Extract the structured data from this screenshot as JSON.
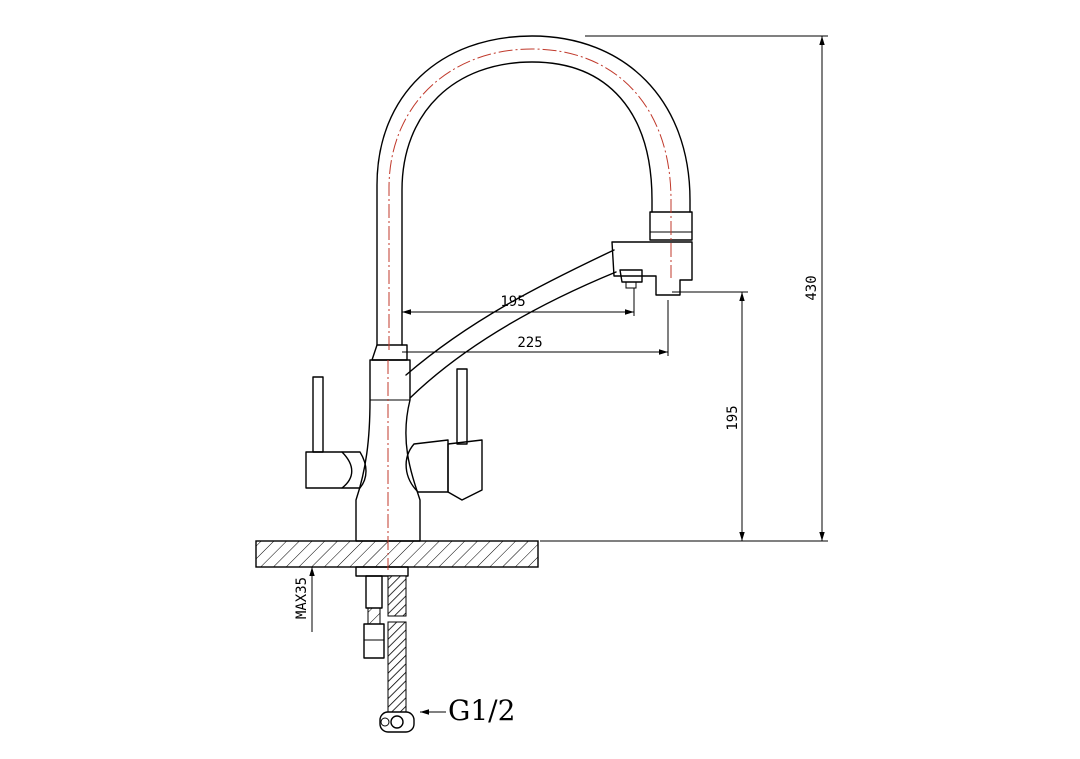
{
  "dimensions": {
    "reach_inner": "195",
    "reach_outer": "225",
    "height_total": "430",
    "height_spout": "195",
    "max_thickness": "MAX35"
  },
  "connector_label": "G1/2",
  "colors": {
    "line": "#000000",
    "centerline": "#c0392b",
    "background": "#ffffff"
  }
}
